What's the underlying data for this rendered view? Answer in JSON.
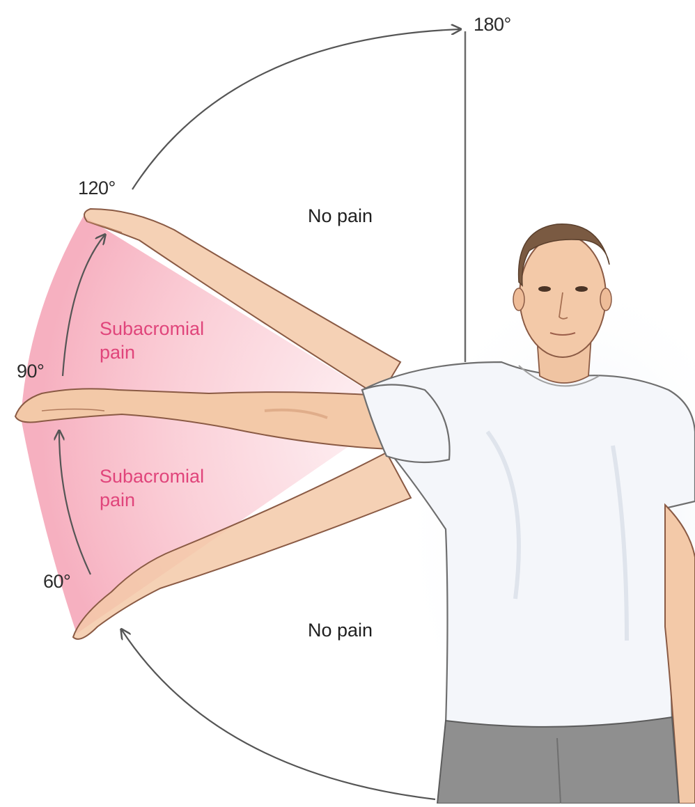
{
  "angles": {
    "a180": "180°",
    "a120": "120°",
    "a90": "90°",
    "a60": "60°"
  },
  "zones": {
    "upper": "No pain",
    "lower": "No pain"
  },
  "painful_arc": {
    "upper_line1": "Subacromial",
    "upper_line2": "pain",
    "lower_line1": "Subacromial",
    "lower_line2": "pain"
  },
  "colors": {
    "pain_text": "#e0457b",
    "pain_fill": "#f7a9b8",
    "arrow": "#555555",
    "skin": "#f3c9a8",
    "skin_shadow": "#d99a78",
    "shirt": "#f4f6fa",
    "trousers": "#8f8f8f",
    "hair": "#7a5a42",
    "backdrop": "#dde6f3"
  }
}
